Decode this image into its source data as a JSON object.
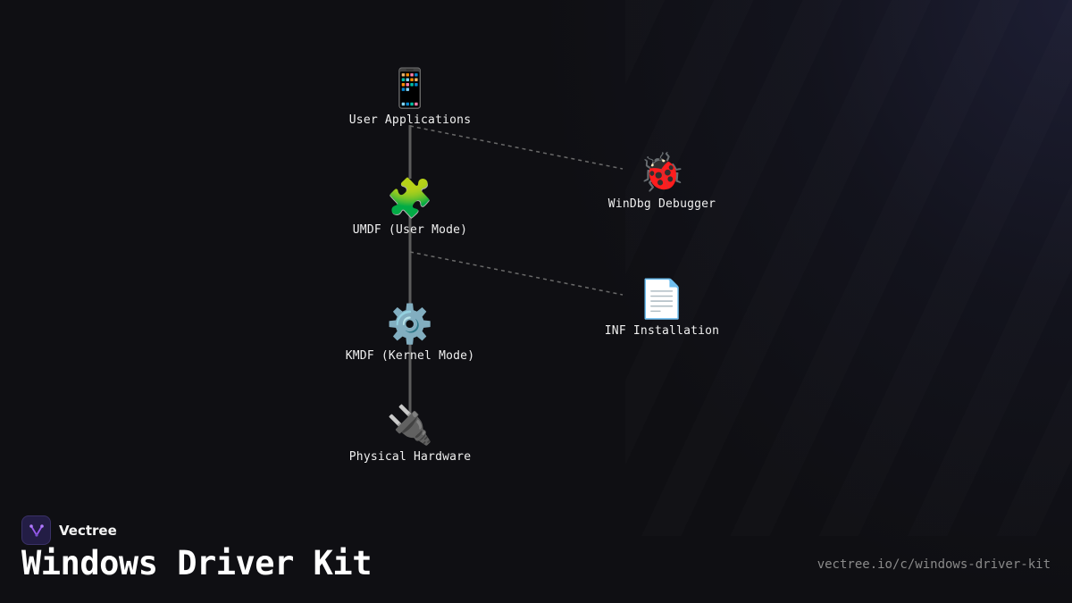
{
  "diagram": {
    "nodes": [
      {
        "id": "user-apps",
        "icon": "mobile-phone-icon",
        "glyph": "📱",
        "label": "User Applications"
      },
      {
        "id": "umdf",
        "icon": "puzzle-piece-icon",
        "glyph": "🧩",
        "label": "UMDF (User Mode)"
      },
      {
        "id": "kmdf",
        "icon": "gear-icon",
        "glyph": "⚙️",
        "label": "KMDF (Kernel Mode)"
      },
      {
        "id": "hardware",
        "icon": "electric-plug-icon",
        "glyph": "🔌",
        "label": "Physical Hardware"
      },
      {
        "id": "windbg",
        "icon": "ladybug-icon",
        "glyph": "🐞",
        "label": "WinDbg Debugger"
      },
      {
        "id": "inf",
        "icon": "document-icon",
        "glyph": "📄",
        "label": "INF Installation"
      }
    ],
    "edges": [
      {
        "from": "user-apps",
        "to": "umdf",
        "style": "solid"
      },
      {
        "from": "umdf",
        "to": "kmdf",
        "style": "solid"
      },
      {
        "from": "kmdf",
        "to": "hardware",
        "style": "solid"
      },
      {
        "from": "user-apps",
        "to": "windbg",
        "style": "dashed"
      },
      {
        "from": "umdf",
        "to": "inf",
        "style": "dashed"
      }
    ]
  },
  "brand": {
    "name": "Vectree",
    "logo_icon": "vectree-logo-icon",
    "accent": "#9b5cf0"
  },
  "title": "Windows Driver Kit",
  "url": "vectree.io/c/windows-driver-kit",
  "colors": {
    "background": "#0f0f13",
    "line": "#5a5a5a",
    "text": "#f0f0f0",
    "muted": "#8a8a8a"
  }
}
